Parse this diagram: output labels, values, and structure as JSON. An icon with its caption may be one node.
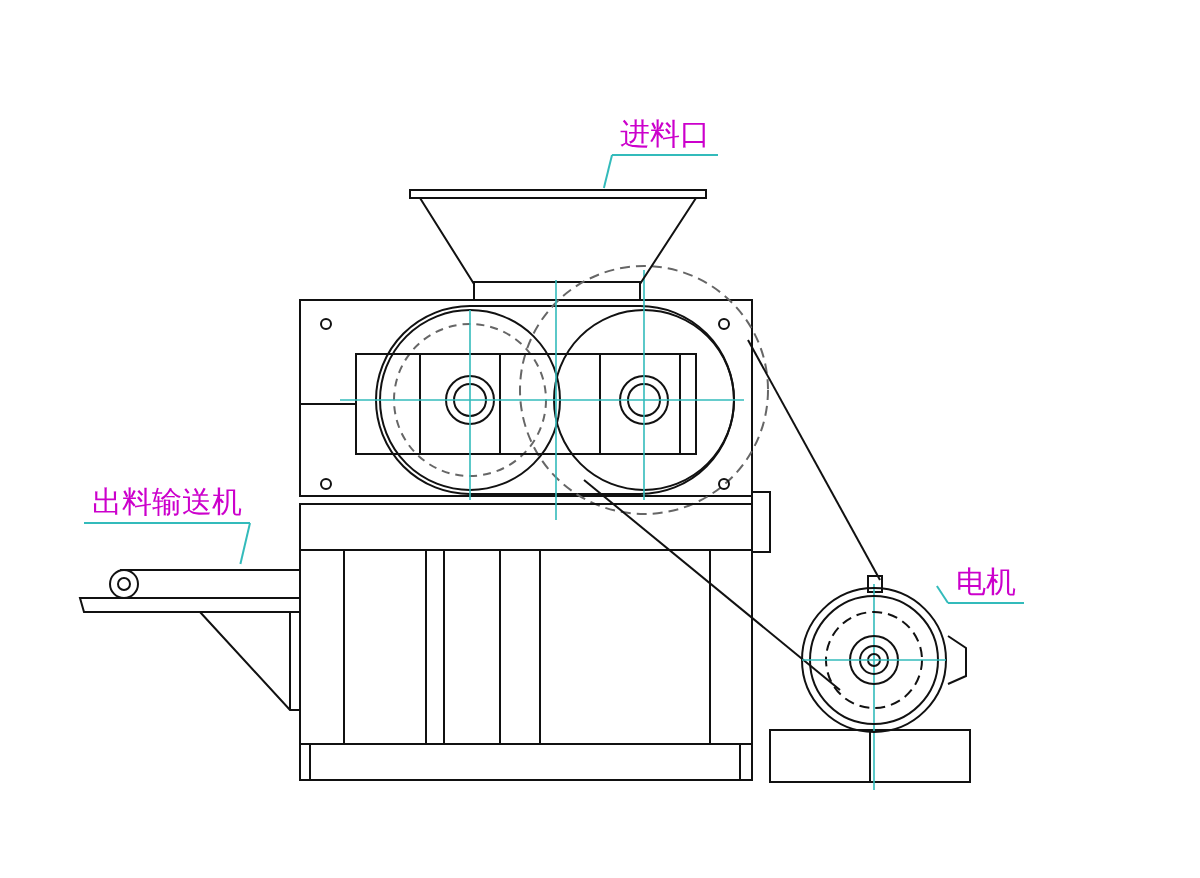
{
  "diagram": {
    "nodes": [
      {
        "text": [
          "进料口"
        ]
      },
      {
        "text": [],
        "shape": "picture"
      },
      {
        "text": [
          "出料输送机"
        ]
      },
      {
        "text": [],
        "shape": "picture"
      },
      {
        "text": [
          "电机"
        ]
      },
      {
        "text": [],
        "shape": "picture"
      }
    ],
    "edges": [
      {
        "from": 0,
        "to": 1,
        "arrow": "none"
      },
      {
        "from": 2,
        "to": 3,
        "arrow": "none"
      },
      {
        "from": 4,
        "to": 5,
        "arrow": "none"
      }
    ]
  }
}
